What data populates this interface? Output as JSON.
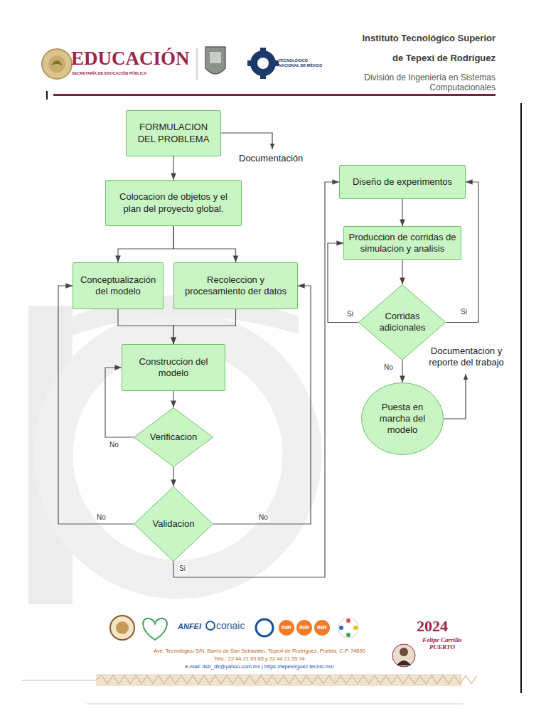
{
  "diagram": {
    "nodes": [
      {
        "text": [
          "FORMULACION DEL PROBLEMA"
        ]
      },
      {
        "text": [
          "Colocacion de objetos y el plan del proyecto global."
        ]
      },
      {
        "text": [
          "Conceptualización del modelo"
        ]
      },
      {
        "text": [
          "Recoleccion y procesamiento der datos"
        ]
      },
      {
        "text": [
          "Construccion del modelo"
        ]
      },
      {
        "text": [
          "Verificacion"
        ]
      },
      {
        "text": [
          "Validacion"
        ]
      },
      {
        "text": [
          "Diseño de experimentos"
        ]
      },
      {
        "text": [
          "Produccion de corridas de simulacion y analisis"
        ]
      },
      {
        "text": [
          "Corridas adicionales"
        ]
      },
      {
        "text": [
          "Puesta en marcha del modelo"
        ]
      }
    ],
    "edges": [
      {
        "from": 0,
        "to": 1,
        "arrow": "to"
      },
      {
        "from": 1,
        "to": 2,
        "arrow": "to"
      },
      {
        "from": 1,
        "to": 3,
        "arrow": "to"
      },
      {
        "from": 2,
        "to": 4,
        "arrow": "to"
      },
      {
        "from": 3,
        "to": 4,
        "arrow": "to"
      },
      {
        "from": 4,
        "to": 5,
        "arrow": "to"
      },
      {
        "from": 5,
        "to": 4,
        "label": "No",
        "arrow": "to"
      },
      {
        "from": 5,
        "to": 6,
        "arrow": "to"
      },
      {
        "from": 6,
        "to": 2,
        "label": "No",
        "arrow": "to"
      },
      {
        "from": 6,
        "to": 3,
        "label": "No",
        "arrow": "to"
      },
      {
        "from": 6,
        "to": 7,
        "label": "Si",
        "arrow": "to"
      },
      {
        "from": 7,
        "to": 8,
        "arrow": "to"
      },
      {
        "from": 8,
        "to": 9,
        "arrow": "to"
      },
      {
        "from": 9,
        "to": 8,
        "label": "Si",
        "arrow": "to"
      },
      {
        "from": 9,
        "to": 7,
        "label": "Si",
        "arrow": "to"
      },
      {
        "from": 9,
        "to": 10,
        "label": "No",
        "arrow": "to"
      }
    ],
    "labels": [
      "EDUCACIÓN",
      "SECRETARÍA DE EDUCACIÓN PÚBLICA",
      "TECNOLÓGICO NACIONAL DE MÉXICO",
      "Instituto Tecnológico Superior",
      "de Tepexi de Rodríguez",
      "División de Ingeniería en Sistemas Computacionales",
      "Documentación",
      "Documentacion y reporte del trabajo",
      "ANFEI",
      "conaic",
      "INR",
      "INR",
      "INR",
      "Ave. Tecnológico S/N, Barrio de San Sebastián, Tepexi de Rodríguez, Puebla, C.P. 74690",
      "Tels.: 22 44 21 55 85 y 22 44 21 55 74",
      "e-mail: itstr_dir@yahoo.com.mx | https://tepexirguez.tecnm.mx/",
      "2024",
      "Felipe Carrillo PUERTO"
    ]
  }
}
